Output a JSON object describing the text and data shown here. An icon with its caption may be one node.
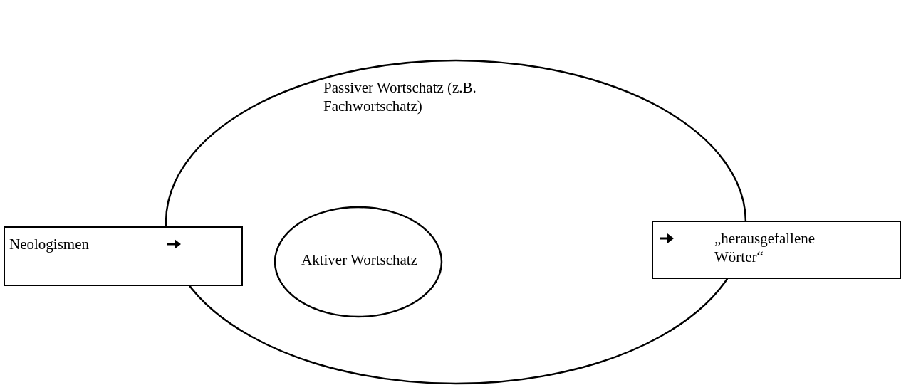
{
  "diagram": {
    "nodes": [
      {
        "text": [
          "Passiver Wortschatz (z.B. Fachwortschatz)"
        ]
      },
      {
        "text": [
          "Aktiver Wortschatz"
        ],
        "in": 0
      },
      {
        "text": [
          "Neologismen"
        ]
      },
      {
        "text": [
          "„herausgefallene Wörter“"
        ]
      }
    ]
  }
}
